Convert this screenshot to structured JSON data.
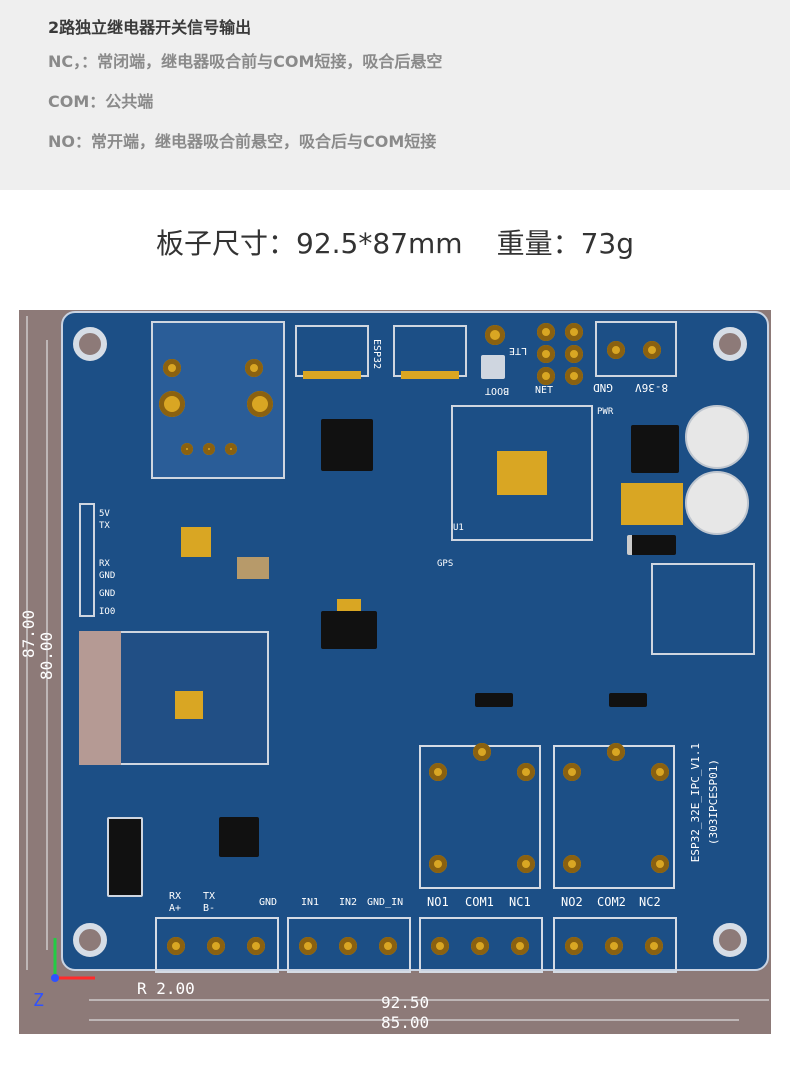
{
  "info": {
    "title": "2路独立继电器开关信号输出",
    "lines": [
      "NC，：常闭端，继电器吸合前与COM短接，吸合后悬空",
      "COM：公共端",
      "NO：常开端，继电器吸合前悬空，吸合后与COM短接"
    ]
  },
  "specs": {
    "size": "板子尺寸：92.5*87mm",
    "weight": "重量：73g"
  },
  "pcb": {
    "header_labels": [
      "5V",
      "TX",
      "RX",
      "GND",
      "GND",
      "IO0"
    ],
    "left_labels": [
      "RX",
      "TX",
      "A+",
      "B-",
      "GND"
    ],
    "mid_labels": [
      "IN1",
      "IN2",
      "GND_IN"
    ],
    "relay_labels": [
      "NO1",
      "COM1",
      "NC1",
      "NO2",
      "COM2",
      "NC2"
    ],
    "board_name": "ESP32_32E_IPC_V1.1",
    "board_sub": "(303IPCESP01)",
    "power_label": "8-36V",
    "gnd_label": "GND",
    "pwr_label": "PWR",
    "lte_label": "LTE",
    "net_label": "NET",
    "boot_label": "BOOT",
    "esp_label": "ESP32",
    "gps_label": "GPS",
    "u1_label": "U1",
    "r_label": "R 2.00",
    "dim_width_outer": "92.50",
    "dim_width_inner": "85.00",
    "dim_height_outer": "87.00",
    "dim_height_inner": "80.00",
    "axis_z": "Z"
  }
}
